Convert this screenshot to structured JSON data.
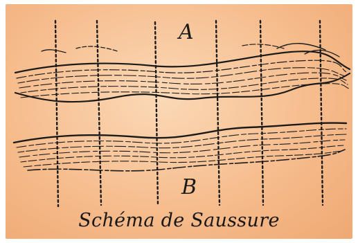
{
  "figure": {
    "label_a": "A",
    "label_b": "B",
    "caption": "Schéma de Saussure"
  },
  "colors": {
    "background": "#f6bd8e",
    "ink": "#1c1a18"
  }
}
